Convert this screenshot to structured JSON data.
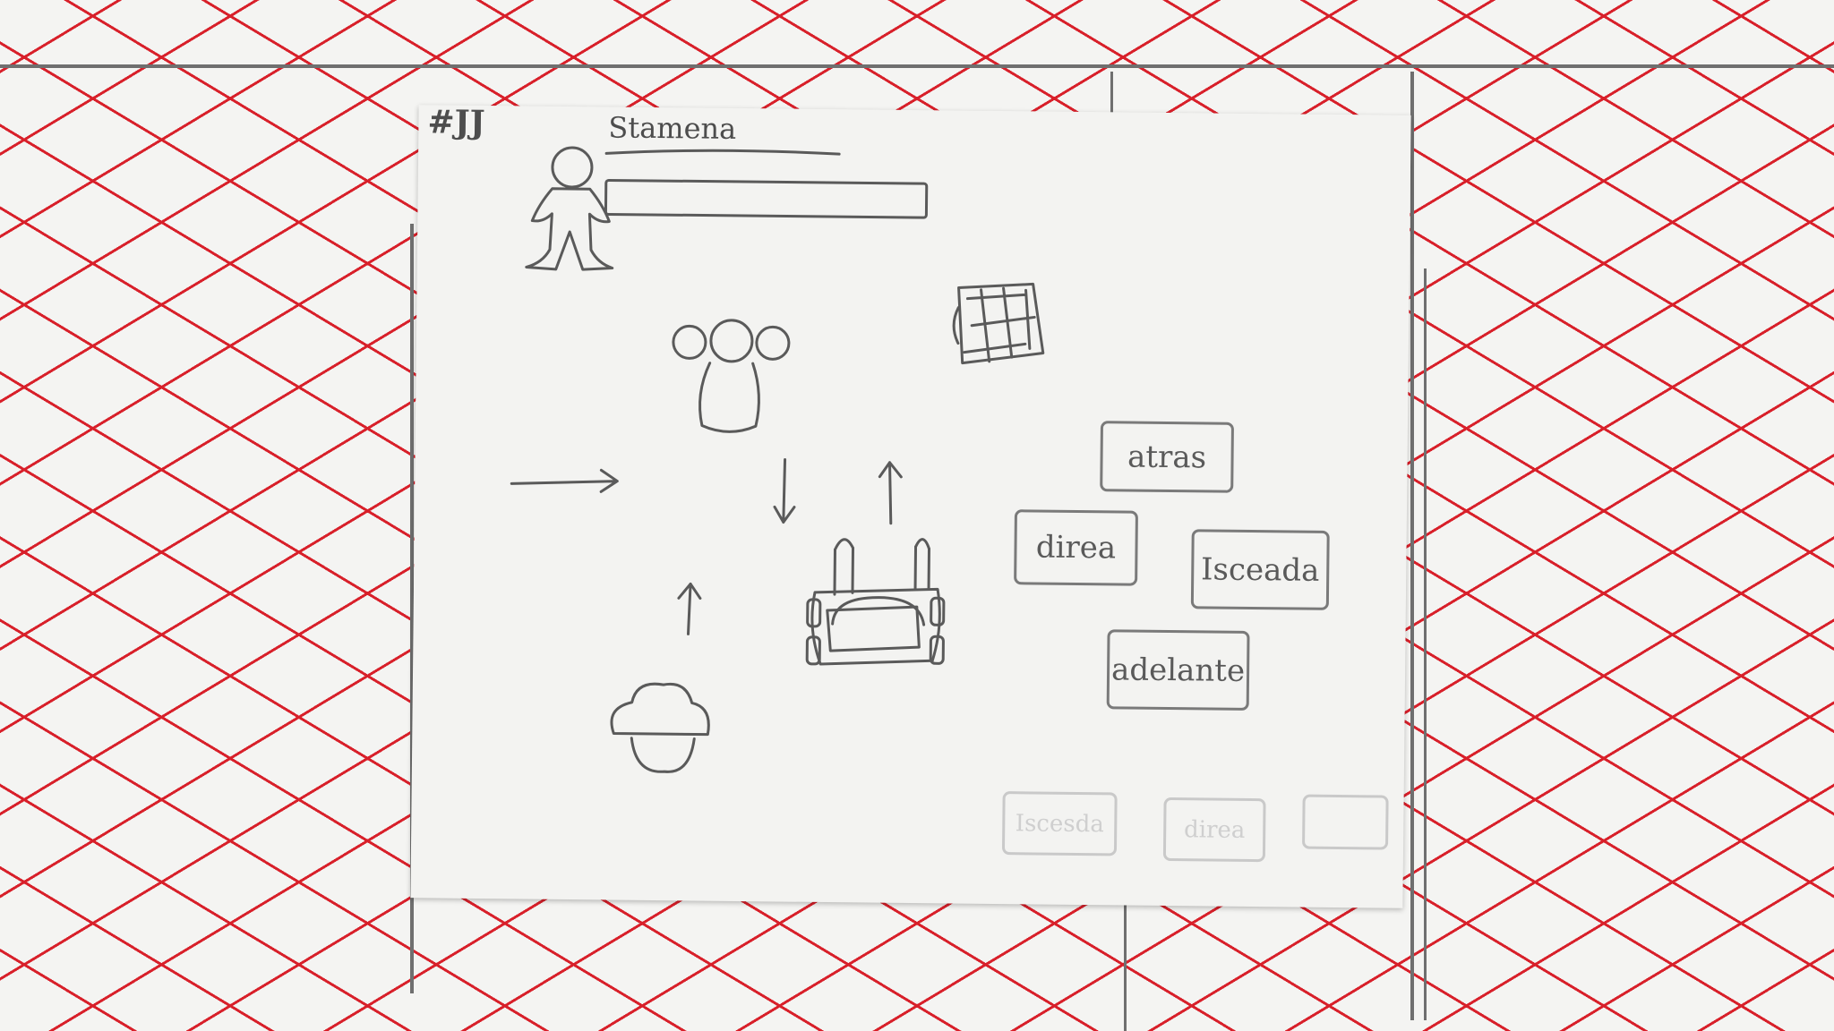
{
  "sketch": {
    "screen_number": "#JJ",
    "stamina_label": "Stamena"
  },
  "controls": {
    "back": "atras",
    "right": "direa",
    "left": "Isceada",
    "forward": "adelante"
  },
  "faint_controls": {
    "left": "Iscesda",
    "right": "direa"
  },
  "icons": [
    "player-figure-icon",
    "stamina-bar",
    "character-icon",
    "crate-icon",
    "cupcake-icon",
    "cart-icon"
  ]
}
